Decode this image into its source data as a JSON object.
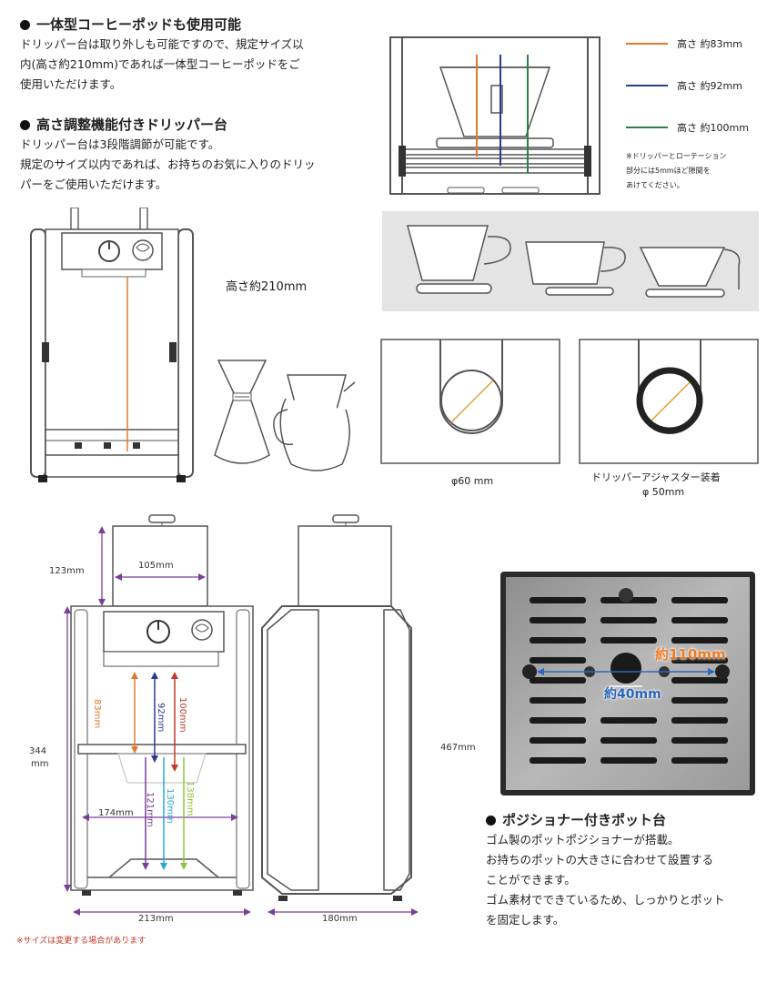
{
  "section1": {
    "heading": "一体型コーヒーポッドも使用可能",
    "lines": [
      "ドリッパー台は取り外しも可能ですので、規定サイズ以",
      "内(高さ約210mm)であれば一体型コーヒーポッドをご",
      "使用いただけます。"
    ]
  },
  "section2": {
    "heading": "高さ調整機能付きドリッパー台",
    "lines": [
      "ドリッパー台は3段階調節が可能です。",
      "規定のサイズ以内であれば、お持ちのお気に入りのドリッ",
      "パーをご使用いただけます。"
    ]
  },
  "legend": {
    "items": [
      {
        "label": "高さ 約83mm",
        "color": "#e07a30"
      },
      {
        "label": "高さ 約92mm",
        "color": "#2a3a8f"
      },
      {
        "label": "高さ 約100mm",
        "color": "#2e7d4a"
      }
    ],
    "note": [
      "※ドリッパーとローテーション",
      "部分には5mmほど隙間を",
      "あけてください。"
    ]
  },
  "pod_height": "高さ約210mm",
  "dripper_size": {
    "left_label": "φ60 mm",
    "right_label_1": "ドリッパーアジャスター装着",
    "right_label_2": "φ 50mm"
  },
  "dimensions": {
    "d123": "123mm",
    "d105": "105mm",
    "d344a": "344",
    "d344b": "mm",
    "d467": "467mm",
    "d83": "83mm",
    "d92": "92mm",
    "d100": "100mm",
    "d121": "121mm",
    "d130": "130mm",
    "d138": "138mm",
    "d174": "174mm",
    "d213": "213mm",
    "d180": "180mm",
    "colors": {
      "purple": "#7a3f98",
      "orange": "#e07a30",
      "navy": "#2a3a8f",
      "red": "#c0392b",
      "cyan": "#2aa7d8",
      "lime": "#8dc63f"
    }
  },
  "tray": {
    "d110": "約110mm",
    "d40": "約40mm"
  },
  "section3": {
    "heading": "ポジショナー付きポット台",
    "lines": [
      "ゴム製のポットポジショナーが搭載。",
      "お持ちのポットの大きさに合わせて設置する",
      "ことができます。",
      "ゴム素材でできているため、しっかりとポット",
      "を固定します。"
    ]
  },
  "footnote": "※サイズは変更する場合があります"
}
